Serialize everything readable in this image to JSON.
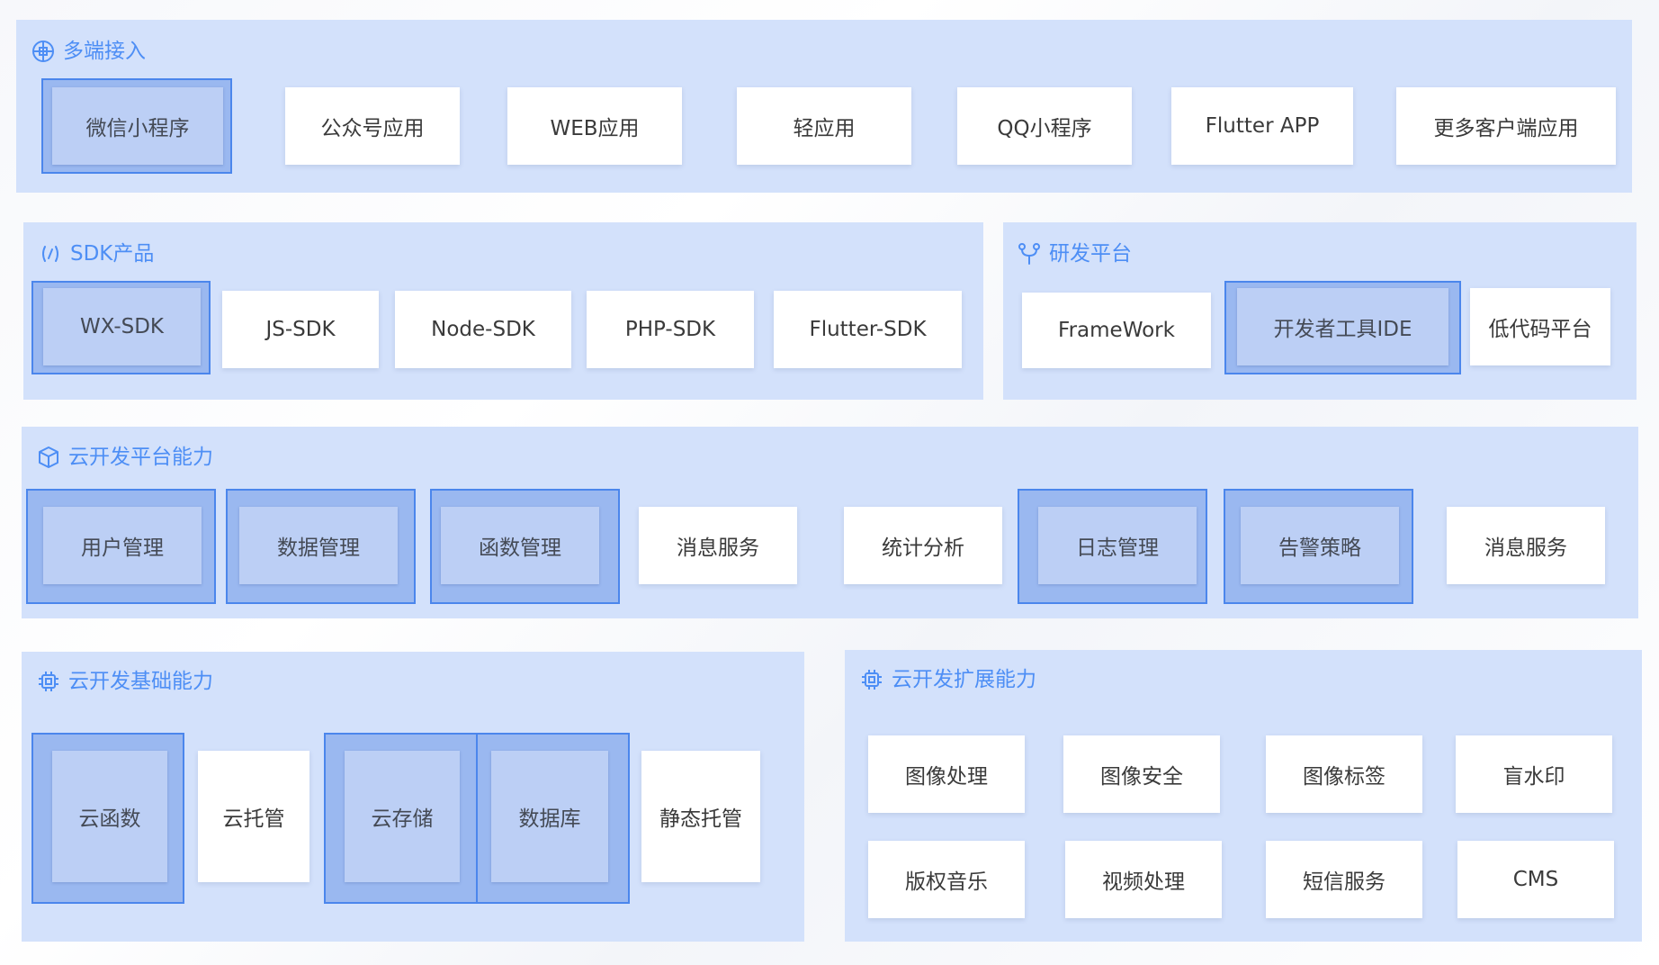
{
  "sections": {
    "access": {
      "title": "多端接入",
      "icon": "network-grid-icon",
      "items": [
        "微信小程序",
        "公众号应用",
        "WEB应用",
        "轻应用",
        "QQ小程序",
        "Flutter APP",
        "更多客户端应用"
      ]
    },
    "sdk": {
      "title": "SDK产品",
      "icon": "code-brackets-icon",
      "items": [
        "WX-SDK",
        "JS-SDK",
        "Node-SDK",
        "PHP-SDK",
        "Flutter-SDK"
      ]
    },
    "devplatform": {
      "title": "研发平台",
      "icon": "branch-fork-icon",
      "items": [
        "FrameWork",
        "开发者工具IDE",
        "低代码平台"
      ]
    },
    "platform": {
      "title": "云开发平台能力",
      "icon": "cube-icon",
      "items": [
        "用户管理",
        "数据管理",
        "函数管理",
        "消息服务",
        "统计分析",
        "日志管理",
        "告警策略",
        "消息服务"
      ]
    },
    "basic": {
      "title": "云开发基础能力",
      "icon": "chip-icon",
      "items": [
        "云函数",
        "云托管",
        "云存储",
        "数据库",
        "静态托管"
      ]
    },
    "extension": {
      "title": "云开发扩展能力",
      "icon": "chip-icon",
      "items": [
        "图像处理",
        "图像安全",
        "图像标签",
        "盲水印",
        "版权音乐",
        "视频处理",
        "短信服务",
        "CMS"
      ]
    }
  },
  "colors": {
    "panel": "#d3e1fb",
    "title": "#4d8ef5",
    "highlight_fill": "#bccff5",
    "highlight_frame": "#9ab8f0",
    "frame_border": "#4b86ec"
  }
}
